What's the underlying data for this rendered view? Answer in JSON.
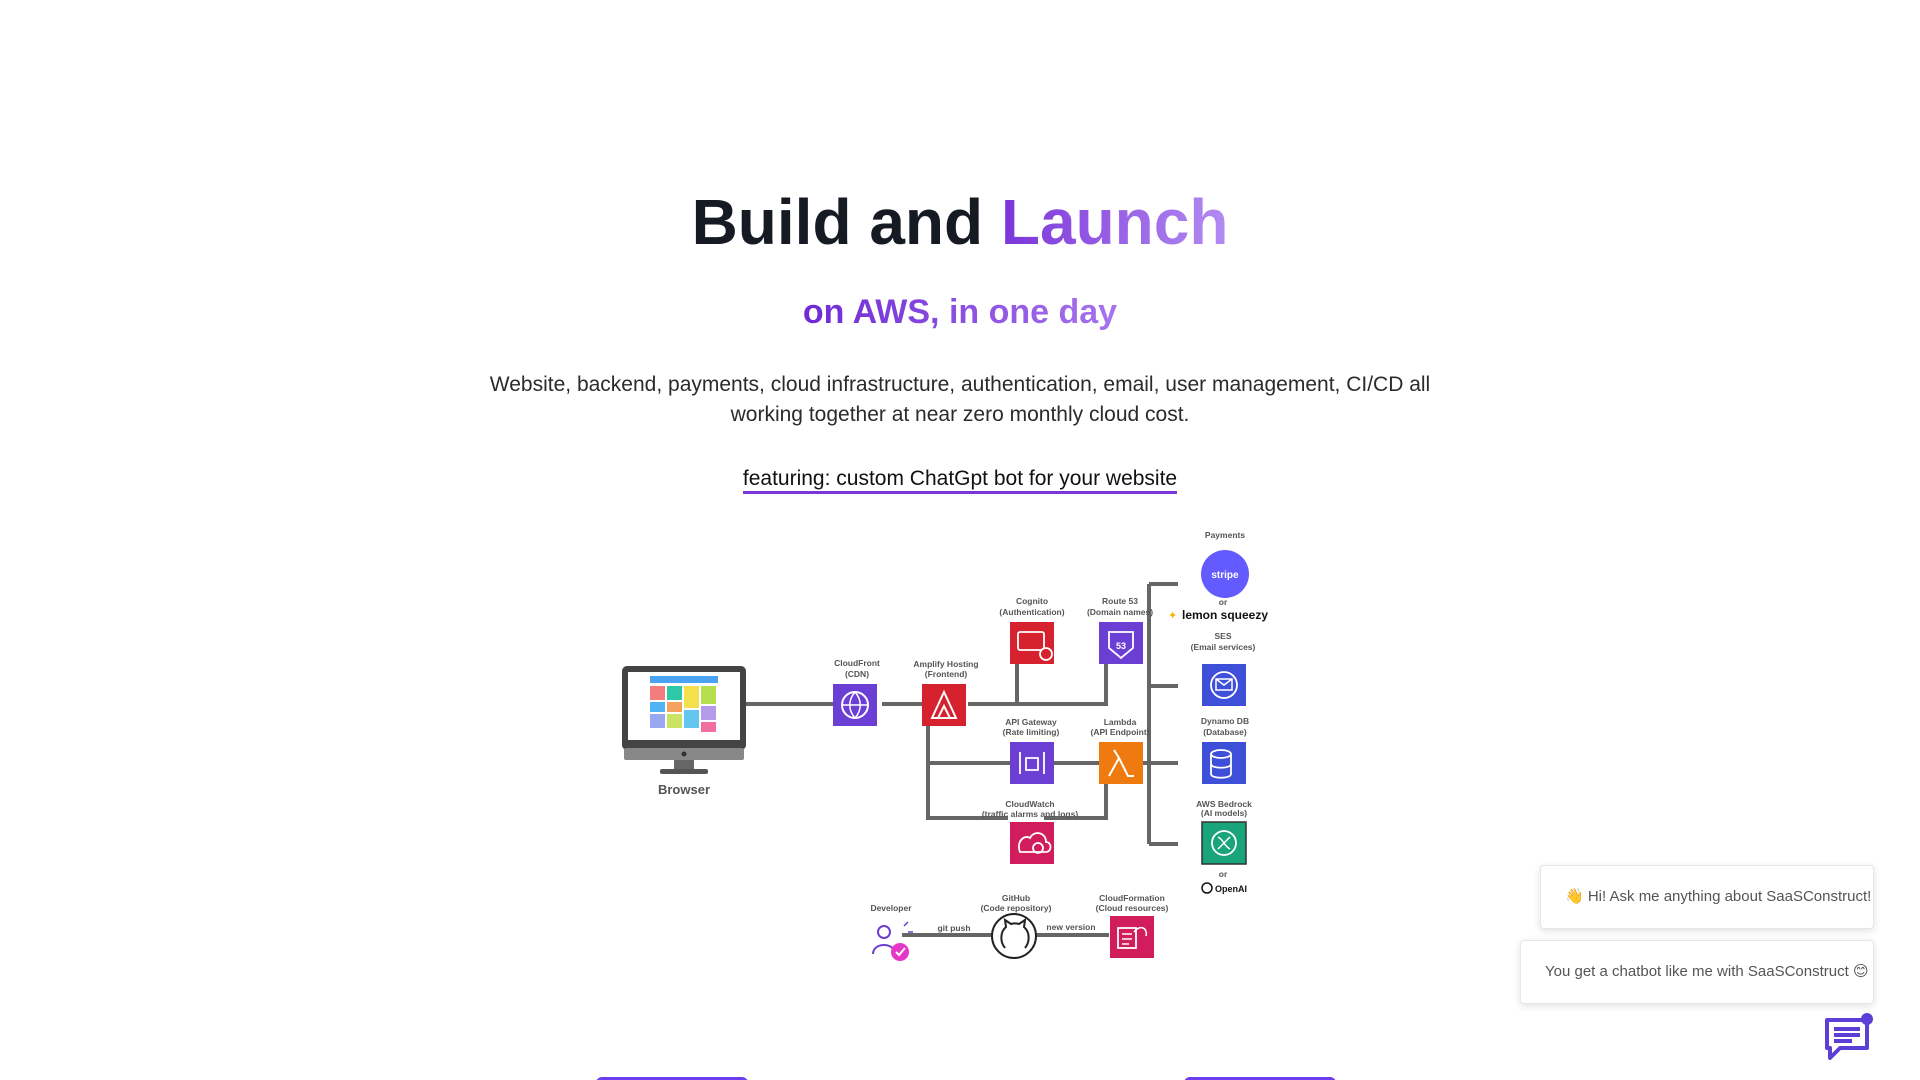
{
  "hero": {
    "title_plain": "Build and",
    "title_accent": "Launch",
    "subtitle": "on AWS, in one day",
    "description": "Website, backend, payments, cloud infrastructure, authentication, email, user management, CI/CD all working together at near zero monthly cloud cost.",
    "featuring_link": "featuring: custom ChatGpt bot for your website"
  },
  "diagram": {
    "browser": "Browser",
    "cloudfront": {
      "name": "CloudFront",
      "role": "(CDN)"
    },
    "amplify": {
      "name": "Amplify Hosting",
      "role": "(Frontend)"
    },
    "cognito": {
      "name": "Cognito",
      "role": "(Authentication)"
    },
    "route53": {
      "name": "Route 53",
      "role": "(Domain names)"
    },
    "apigateway": {
      "name": "API Gateway",
      "role": "(Rate limiting)"
    },
    "lambda": {
      "name": "Lambda",
      "role": "(API Endpoint)"
    },
    "cloudwatch": {
      "name": "CloudWatch",
      "role": "(traffic alarms and logs)"
    },
    "payments": "Payments",
    "stripe": "stripe",
    "or1": "or",
    "lemonsqueezy": "lemon squeezy",
    "ses": {
      "name": "SES",
      "role": "(Email services)"
    },
    "dynamodb": {
      "name": "Dynamo DB",
      "role": "(Database)"
    },
    "bedrock": {
      "name": "AWS Bedrock",
      "role": "(AI models)"
    },
    "or2": "or",
    "openai": "OpenAI",
    "developer": "Developer",
    "gitpush": "git push",
    "github": {
      "name": "GitHub",
      "role": "(Code repository)"
    },
    "newversion": "new version",
    "cloudformation": {
      "name": "CloudFormation",
      "role": "(Cloud resources)"
    }
  },
  "chat": {
    "message_1": "👋 Hi! Ask me anything about SaaSConstruct!",
    "message_2": "You get a chatbot like me with SaaSConstruct 😊"
  },
  "colors": {
    "accent": "#7b35d8",
    "aws_purple": "#6b3fd4",
    "aws_red": "#d6212f",
    "aws_orange": "#ee7a10",
    "aws_pink": "#d21d5d",
    "aws_green": "#1aa47b",
    "aws_blue": "#3e4fd8",
    "stripe": "#635bff"
  }
}
